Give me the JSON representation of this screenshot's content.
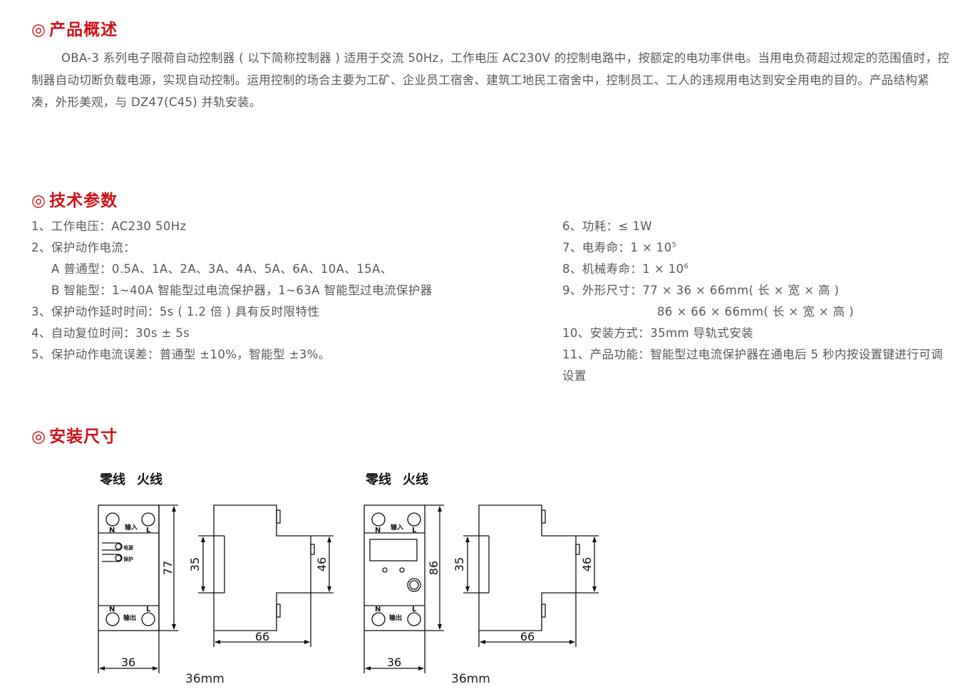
{
  "overview": {
    "title": "产品概述",
    "text": "OBA-3 系列电子限荷自动控制器 ( 以下简称控制器 ) 适用于交流 50Hz，工作电压 AC230V 的控制电路中，按额定的电功率供电。当用电负荷超过规定的范围值时，控制器自动切断负载电源，实现自动控制。运用控制的场合主要为工矿、企业员工宿舍、建筑工地民工宿舍中，控制员工、工人的违规用电达到安全用电的目的。产品结构紧凑，外形美观，与 DZ47(C45) 并轨安装。"
  },
  "tech": {
    "title": "技术参数",
    "left": [
      "1、工作电压：AC230 50Hz",
      "2、保护动作电流：",
      "A 普通型：0.5A、1A、2A、3A、4A、5A、6A、10A、15A、",
      "B 智能型：1~40A 智能型过电流保护器，1~63A 智能型过电流保护器",
      "3、保护动作延时时间：5s ( 1.2 倍 ) 具有反时限特性",
      "4、自动复位时间：30s ± 5s",
      "5、保护动作电流误差：普通型 ±10%，智能型 ±3%。"
    ],
    "right": {
      "p6": "6、功耗：≤ 1W",
      "p7": "7、电寿命：1 × 10",
      "p7_exp": "5",
      "p8": "8、机械寿命：1 × 10",
      "p8_exp": "6",
      "p9a": "9、外形尺寸：77 × 36 × 66mm( 长 × 宽 × 高 )",
      "p9b": "86 × 66 × 66mm( 长 × 宽 × 高 )",
      "p10": "10、安装方式：35mm 导轨式安装",
      "p11": "11、产品功能：智能型过电流保护器在通电后 5 秒内按设置键进行可调设置"
    }
  },
  "install": {
    "title": "安装尺寸",
    "diagram1": {
      "neutral_label": "零线",
      "live_label": "火线",
      "n": "N",
      "l": "L",
      "input": "输入",
      "output": "输出",
      "power": "电源",
      "protect": "保护",
      "height": "77",
      "width": "36",
      "rail": "35",
      "depth": "66",
      "side": "46",
      "caption": "36mm"
    },
    "diagram2": {
      "neutral_label": "零线",
      "live_label": "火线",
      "n": "N",
      "l": "L",
      "input": "输入",
      "output": "输出",
      "height": "86",
      "width": "36",
      "rail": "35",
      "depth": "66",
      "side": "46",
      "caption": "36mm"
    }
  },
  "colors": {
    "accent": "#d0121b",
    "text": "#595959"
  }
}
